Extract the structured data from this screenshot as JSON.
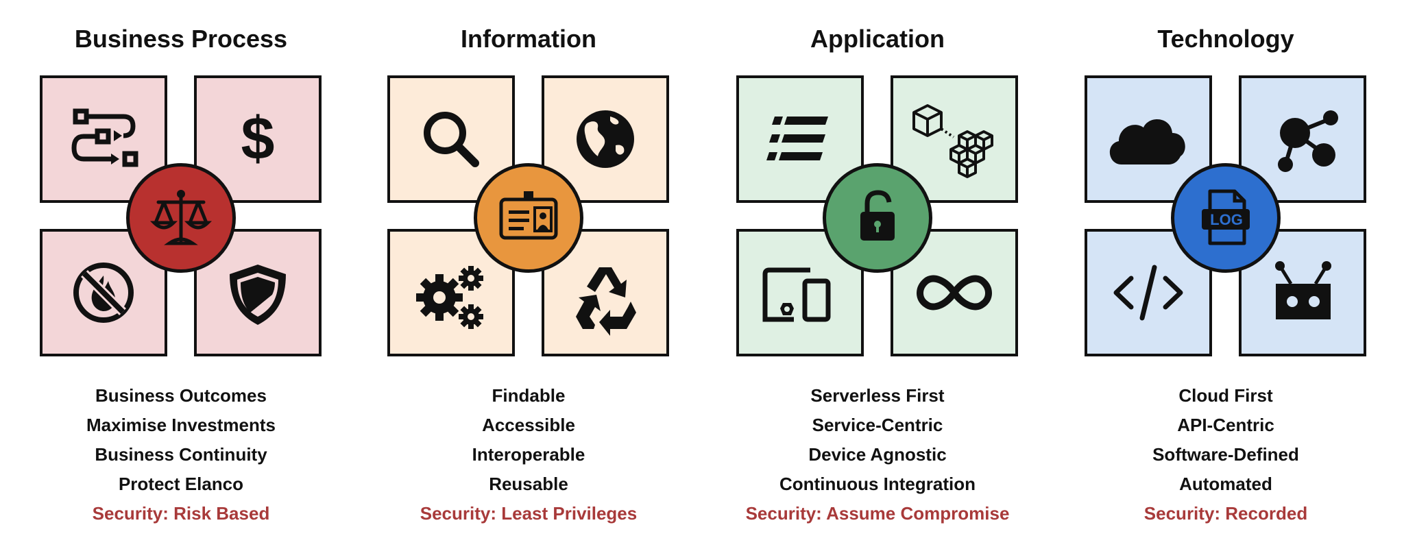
{
  "pillars": [
    {
      "title": "Business Process",
      "tile_color": "#f3d6d8",
      "hub_color": "#b8312f",
      "tile_icons": [
        "process-flow-icon",
        "dollar-sign-icon",
        "fire-prohibited-icon",
        "shield-icon"
      ],
      "hub_icon": "scales-of-justice-icon",
      "principles": [
        "Business Outcomes",
        "Maximise Investments",
        "Business Continuity",
        "Protect Elanco"
      ],
      "security": "Security: Risk Based"
    },
    {
      "title": "Information",
      "tile_color": "#fdebd9",
      "hub_color": "#e8963e",
      "tile_icons": [
        "magnifier-icon",
        "globe-icon",
        "gears-icon",
        "recycle-icon"
      ],
      "hub_icon": "id-badge-icon",
      "principles": [
        "Findable",
        "Accessible",
        "Interoperable",
        "Reusable"
      ],
      "security": "Security: Least Privileges"
    },
    {
      "title": "Application",
      "tile_color": "#dff0e3",
      "hub_color": "#5aa36e",
      "tile_icons": [
        "list-icon",
        "cubes-icon",
        "devices-icon",
        "infinity-icon"
      ],
      "hub_icon": "padlock-icon",
      "principles": [
        "Serverless First",
        "Service-Centric",
        "Device Agnostic",
        "Continuous Integration"
      ],
      "security": "Security: Assume Compromise"
    },
    {
      "title": "Technology",
      "tile_color": "#d5e4f6",
      "hub_color": "#2d6fcf",
      "tile_icons": [
        "cloud-icon",
        "share-nodes-icon",
        "code-icon",
        "robot-icon"
      ],
      "hub_icon": "log-file-icon",
      "principles": [
        "Cloud First",
        "API-Centric",
        "Software-Defined",
        "Automated"
      ],
      "security": "Security: Recorded"
    }
  ],
  "hub_label_log": "LOG",
  "security_color": "#a83a3a"
}
